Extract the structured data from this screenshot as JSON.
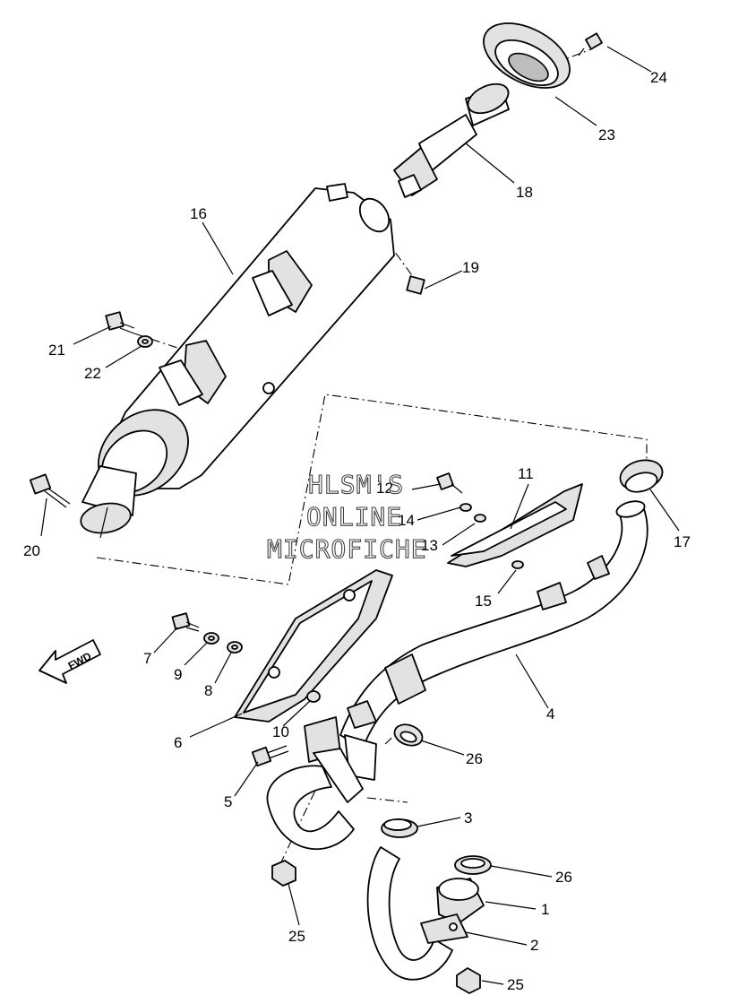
{
  "watermark": {
    "line1": "HLSM'S",
    "line2": "ONLINE",
    "line3": "MICROFICHE"
  },
  "fwd_label": "FWD",
  "callouts": {
    "c1": "1",
    "c2": "2",
    "c3": "3",
    "c4": "4",
    "c5": "5",
    "c6": "6",
    "c7": "7",
    "c8": "8",
    "c9": "9",
    "c10": "10",
    "c11": "11",
    "c12": "12",
    "c13": "13",
    "c14": "14",
    "c15": "15",
    "c16": "16",
    "c17": "17",
    "c18": "18",
    "c19": "19",
    "c20": "20",
    "c21": "21",
    "c22": "22",
    "c23": "23",
    "c24": "24",
    "c25a": "25",
    "c25b": "25",
    "c26a": "26",
    "c26b": "26"
  }
}
